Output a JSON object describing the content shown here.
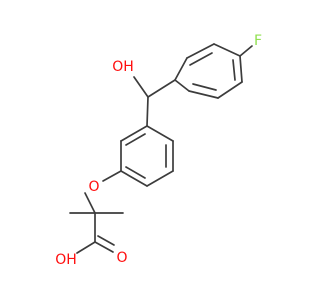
{
  "atoms": {
    "oh_top": {
      "label": "OH",
      "color": "#ff0d0d"
    },
    "fluorine": {
      "label": "F",
      "color": "#90e050"
    },
    "ether_oxygen": {
      "label": "O",
      "color": "#ff0d0d"
    },
    "acid_oh": {
      "label": "OH",
      "color": "#ff0d0d"
    },
    "acid_o": {
      "label": "O",
      "color": "#ff0d0d"
    }
  },
  "colors": {
    "bond": "#3c3c3c",
    "background": "#ffffff"
  }
}
